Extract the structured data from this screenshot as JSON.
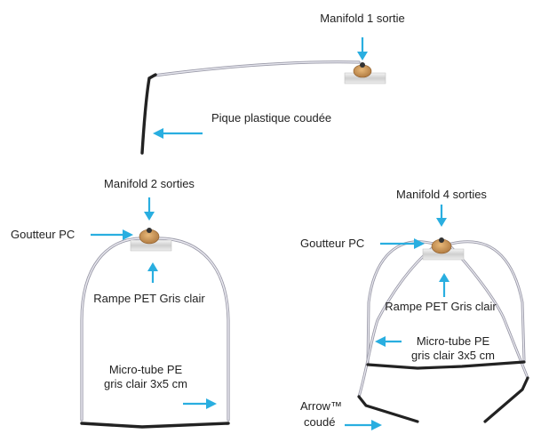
{
  "colors": {
    "arrow": "#29aee0",
    "tube": "#c9c9d4",
    "tube_edge": "#9a9aa8",
    "stake": "#222222",
    "dripper": "#c8924e",
    "rail": "#d8d8d8"
  },
  "labels": {
    "manifold_1": "Manifold 1 sortie",
    "pique": "Pique plastique coudée",
    "manifold_2": "Manifold 2 sorties",
    "goutteur_left": "Goutteur PC",
    "rampe_left": "Rampe PET Gris clair",
    "microtube_left_1": "Micro-tube PE",
    "microtube_left_2": "gris clair 3x5 cm",
    "manifold_4": "Manifold 4 sorties",
    "goutteur_right": "Goutteur PC",
    "rampe_right": "Rampe PET Gris clair",
    "microtube_right_1": "Micro-tube PE",
    "microtube_right_2": "gris clair 3x5 cm",
    "arrow_1": "Arrow™",
    "arrow_2": "coudé"
  }
}
